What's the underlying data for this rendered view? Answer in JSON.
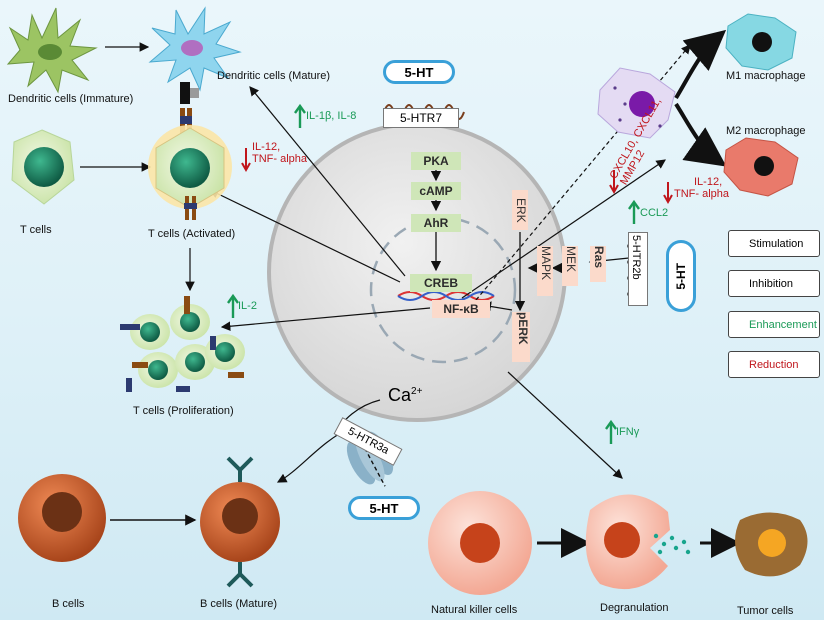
{
  "cells": {
    "dc_immature": "Dendritic cells (Immature)",
    "dc_mature": "Dendritic cells (Mature)",
    "t_cells": "T cells",
    "t_activated": "T cells (Activated)",
    "t_proliferation": "T cells (Proliferation)",
    "b_cells": "B  cells",
    "b_mature": "B cells (Mature)",
    "nk_cells": "Natural killer cells",
    "degranulation": "Degranulation",
    "tumor_cells": "Tumor cells",
    "m1": "M1 macrophage",
    "m2": "M2 macrophage"
  },
  "serotonin": {
    "label": "5-HT",
    "receptor_7": "5-HTR7",
    "receptor_2b": "5-HTR2b",
    "receptor_3a": "5-HTR3a",
    "calcium": "Ca",
    "calcium_sup": "2+"
  },
  "pathway": {
    "pka": "PKA",
    "camp": "cAMP",
    "ahr": "AhR",
    "creb": "CREB",
    "nfkb": "NF-κB",
    "erk": "ERK",
    "mek": "MEK",
    "ras": "Ras",
    "mapk": "MAPK",
    "perk": "pERK"
  },
  "effects": {
    "il1b_il8": "IL-1β, IL-8",
    "il12_tnf_left_1": "IL-12,",
    "il12_tnf_left_2": "TNF- alpha",
    "il2": "IL-2",
    "cxcl_1": "CXCL10, CXCL11,",
    "cxcl_2": "MMP12",
    "il12_tnf_right_1": "IL-12,",
    "il12_tnf_right_2": "TNF- alpha",
    "ccl2": "CCL2",
    "ifng": "IFNγ"
  },
  "legend": {
    "stimulation": "Stimulation",
    "inhibition": "Inhibition",
    "enhancement": "Enhancement",
    "reduction": "Reduction"
  },
  "colors": {
    "enhancement": "#1a9a57",
    "reduction": "#c0161c",
    "receptor_pill_border": "#3aa0d8",
    "cell_body": "#e2e2e2"
  }
}
